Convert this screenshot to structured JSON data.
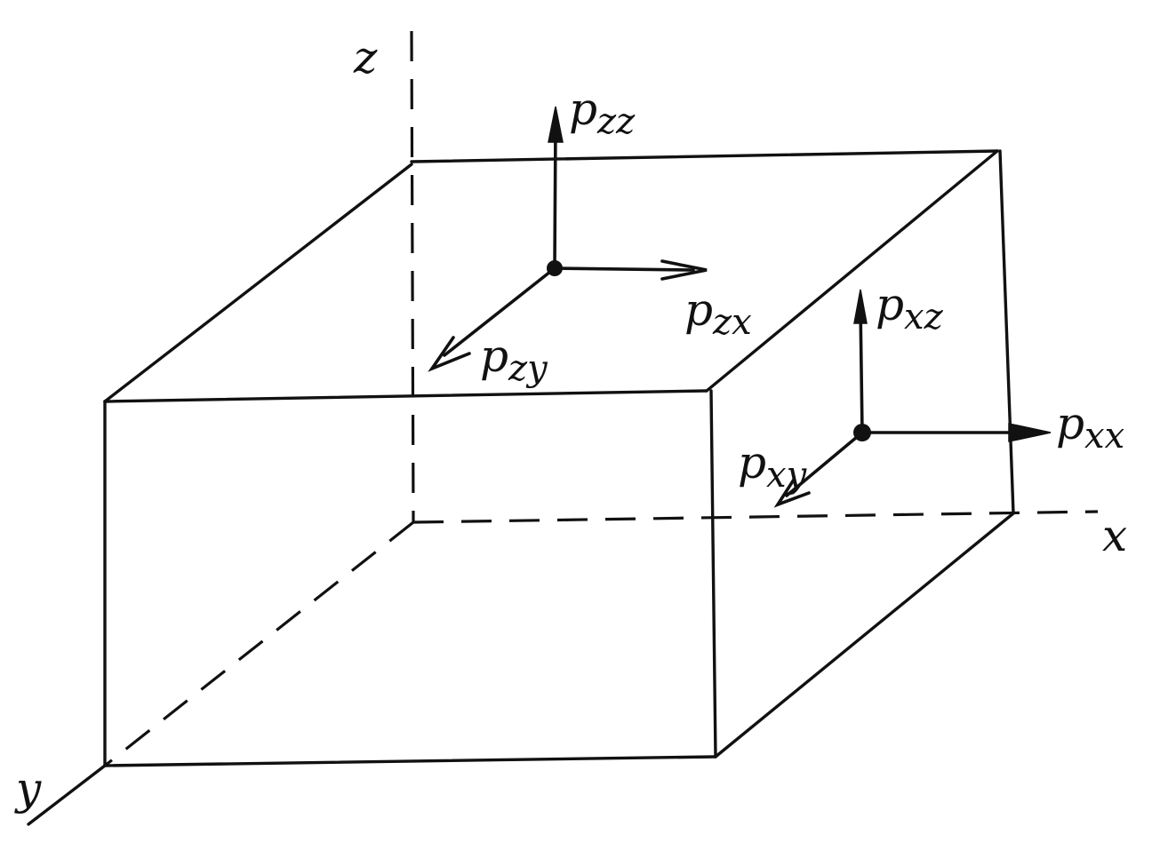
{
  "axes": {
    "x": "x",
    "y": "y",
    "z": "z"
  },
  "stress_labels": {
    "p_zz": {
      "base": "p",
      "sub": "zz"
    },
    "p_zx": {
      "base": "p",
      "sub": "zx"
    },
    "p_zy": {
      "base": "p",
      "sub": "zy"
    },
    "p_xz": {
      "base": "p",
      "sub": "xz"
    },
    "p_xx": {
      "base": "p",
      "sub": "xx"
    },
    "p_xy": {
      "base": "p",
      "sub": "xy"
    }
  },
  "colors": {
    "ink": "#111111",
    "background": "#ffffff"
  }
}
